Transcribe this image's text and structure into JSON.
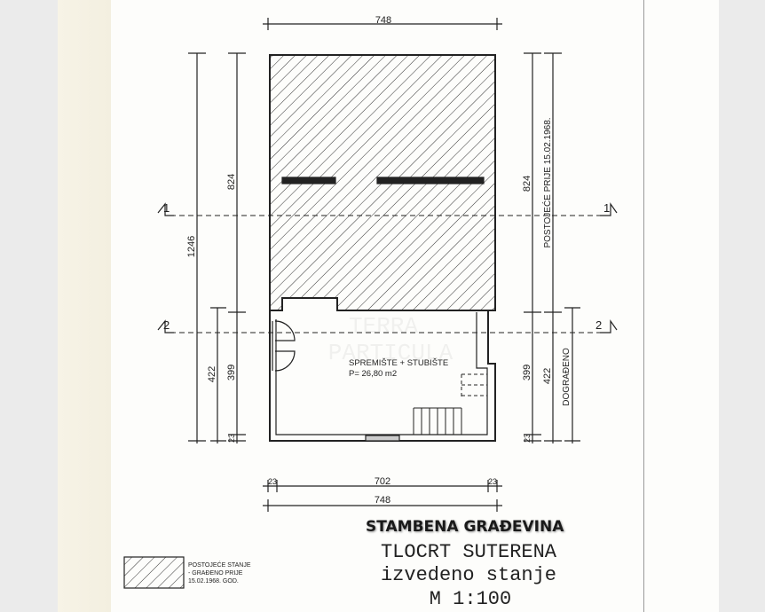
{
  "drawing": {
    "dimensions": {
      "top_width": "748",
      "left_total": "1246",
      "left_upper": "824",
      "left_lower_outer": "422",
      "left_lower_inner": "399",
      "left_wall": "23",
      "right_upper": "824",
      "right_lower_inner": "399",
      "right_lower_outer": "422",
      "right_wall": "23",
      "bottom_wall_left": "23",
      "bottom_inner": "702",
      "bottom_wall_right": "23",
      "bottom_total": "748"
    },
    "sections": {
      "s1": "1",
      "s2": "2"
    },
    "annotations": {
      "existing": "POSTOJEĆE PRIJE 15.02.1968.",
      "added": "DOGRAĐENO"
    },
    "room": {
      "name": "SPREMIŠTE + STUBIŠTE",
      "area": "P= 26,80 m2"
    },
    "watermark": {
      "line1": "TERRA",
      "line2": "PARTICULA"
    },
    "legend": {
      "line1": "POSTOJEĆE STANJE",
      "line2": "- GRAĐENO PRIJE",
      "line3": "15.02.1968. GOD."
    },
    "title": {
      "building": "STAMBENA GRAĐEVINA",
      "plan": "TLOCRT SUTERENA",
      "state": "izvedeno stanje",
      "scale": "M 1:100"
    }
  }
}
